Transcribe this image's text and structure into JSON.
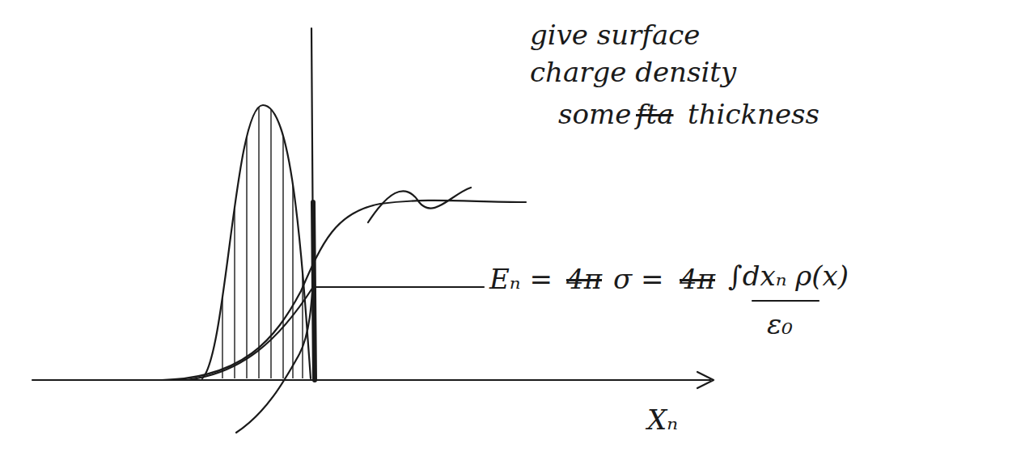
{
  "diagram": {
    "labels": [
      "give surface charge density",
      "some",
      "fta",
      "thickness",
      "Eₙ =",
      "4π",
      "σ =",
      "4π",
      "∫dxₙ ρ(x)",
      "ε₀",
      "Xₙ"
    ]
  }
}
